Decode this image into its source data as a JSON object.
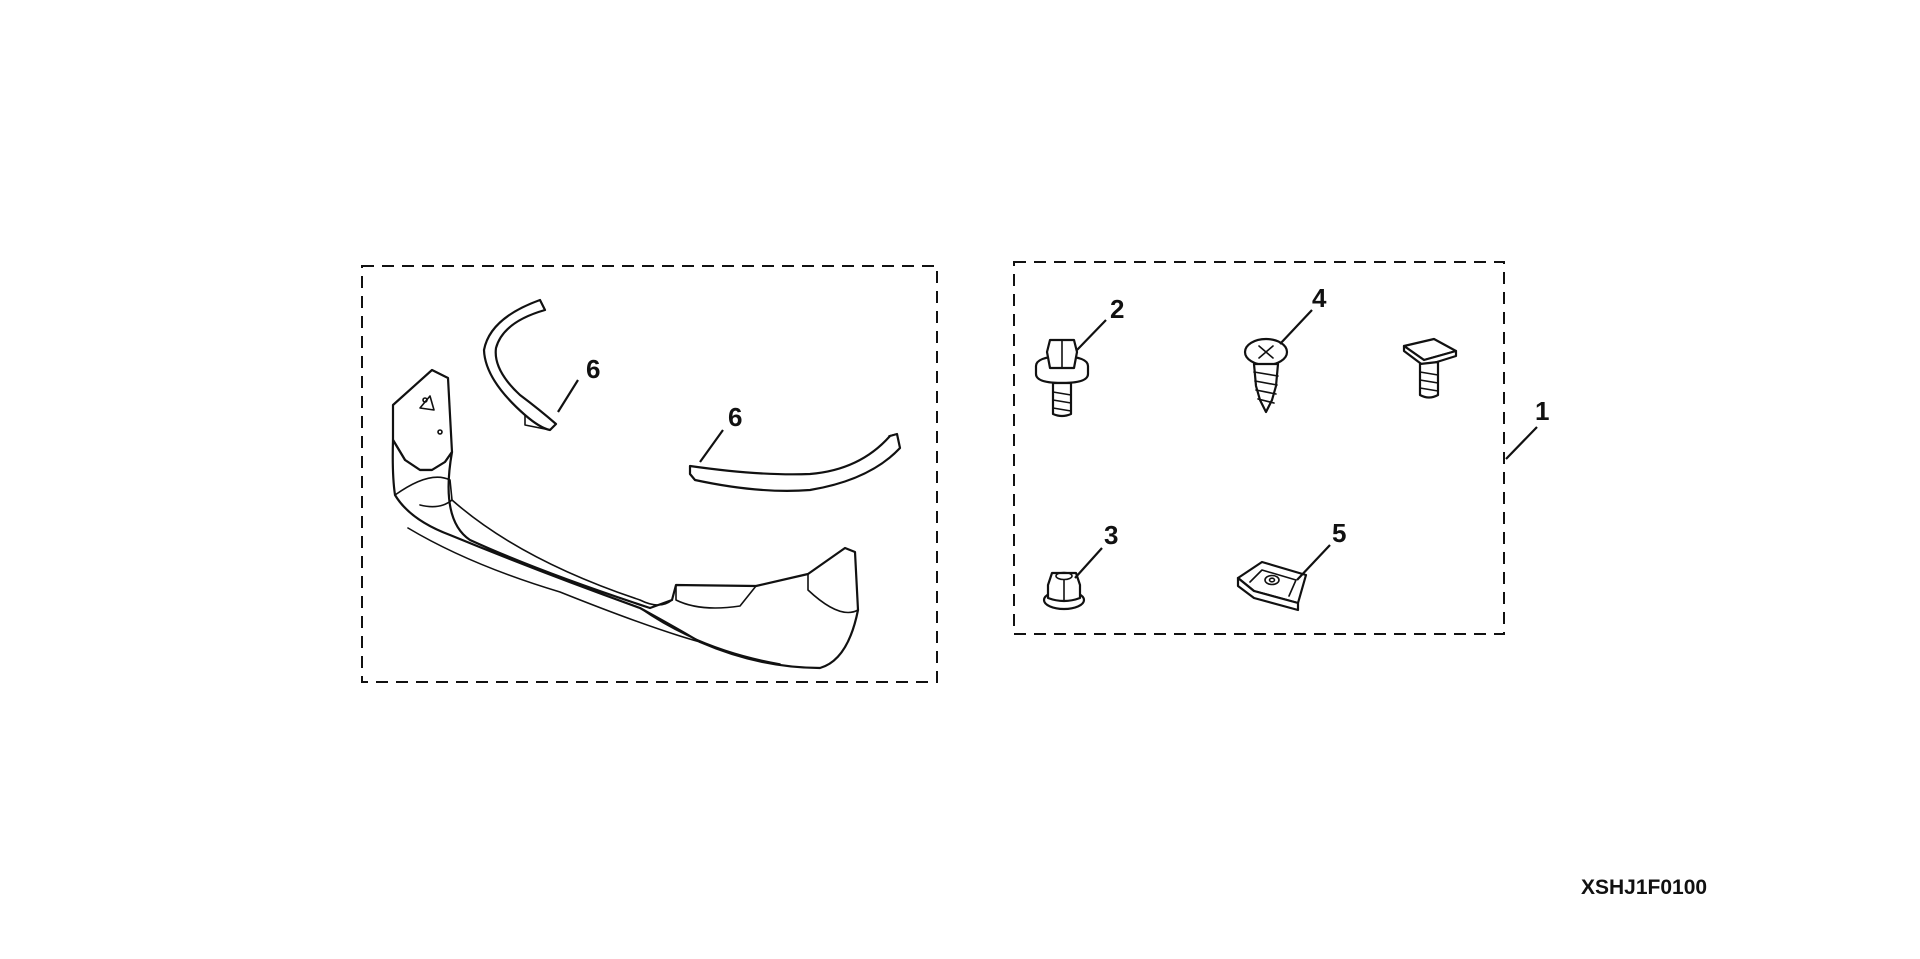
{
  "callouts": {
    "kit": "1",
    "bolt": "2",
    "nut": "3",
    "screw": "4",
    "clip": "5",
    "trim_left": "6",
    "trim_right": "6"
  },
  "diagram_code": "XSHJ1F0100"
}
